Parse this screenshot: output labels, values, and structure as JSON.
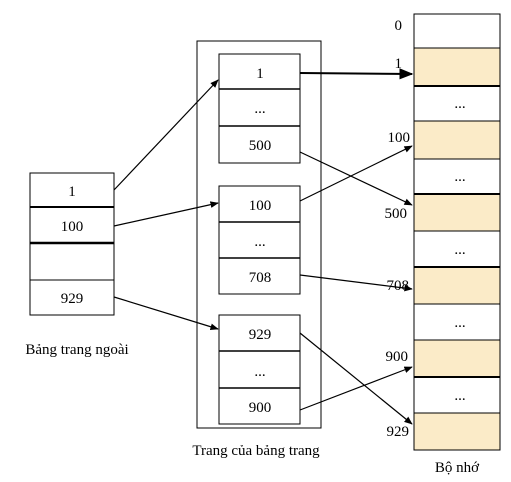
{
  "outer_table": {
    "title": "Bảng trang ngoài",
    "cells": [
      "1",
      "100",
      "",
      "929"
    ]
  },
  "inner_tables": {
    "title": "Trang của bảng trang",
    "groups": [
      [
        "1",
        "...",
        "500"
      ],
      [
        "100",
        "...",
        "708"
      ],
      [
        "929",
        "...",
        "900"
      ]
    ]
  },
  "memory": {
    "title": "Bộ nhớ",
    "ellipsis": "...",
    "frame_labels": [
      "0",
      "1",
      "100",
      "500",
      "708",
      "900",
      "929"
    ]
  },
  "colors": {
    "frame_fill": "#fbebc8",
    "line": "#000000"
  }
}
